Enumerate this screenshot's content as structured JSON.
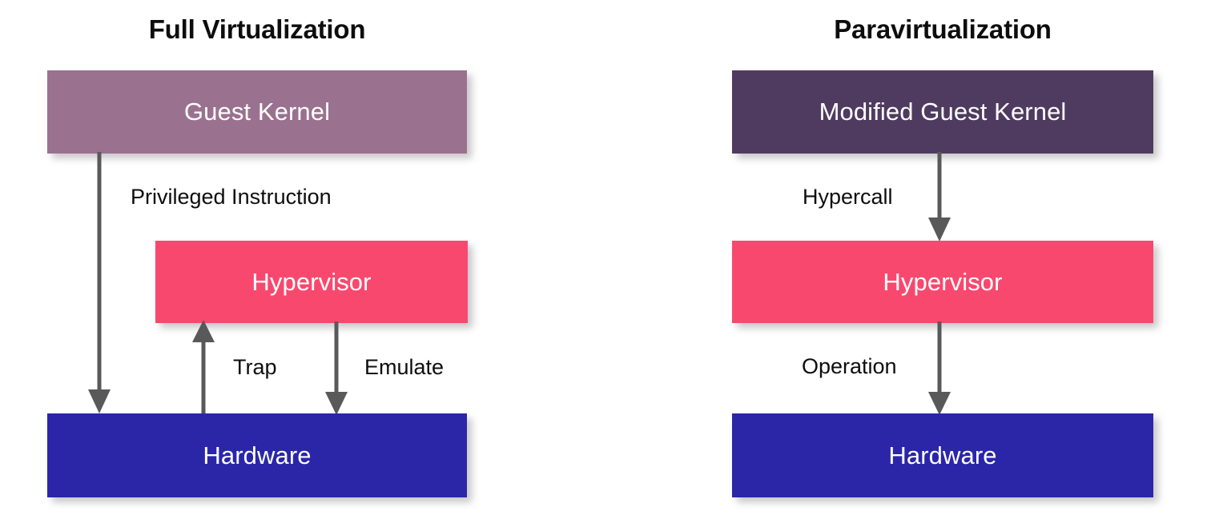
{
  "diagram": {
    "title_left": "Full Virtualization",
    "title_right": "Paravirtualization",
    "background_color": "#ffffff",
    "colors": {
      "guest_kernel": "#9B7190",
      "modified_guest_kernel": "#503B60",
      "hypervisor": "#F9486E",
      "hardware": "#2B26A8",
      "arrow": "#595959",
      "text_on_box": "#ffffff",
      "label_text": "#0d0d0d"
    }
  },
  "left_panel": {
    "title": "Full Virtualization",
    "boxes": [
      {
        "label": "Guest Kernel",
        "color": "#9B7190"
      },
      {
        "label": "Hypervisor",
        "color": "#F9486E"
      },
      {
        "label": "Hardware",
        "color": "#2B26A8"
      }
    ],
    "arrows": [
      {
        "label": "Privileged Instruction",
        "from": "Guest Kernel",
        "to": "Hardware",
        "direction": "down"
      },
      {
        "label": "Trap",
        "from": "Hardware",
        "to": "Hypervisor",
        "direction": "up"
      },
      {
        "label": "Emulate",
        "from": "Hypervisor",
        "to": "Hardware",
        "direction": "down"
      }
    ]
  },
  "right_panel": {
    "title": "Paravirtualization",
    "boxes": [
      {
        "label": "Modified Guest Kernel",
        "color": "#503B60"
      },
      {
        "label": "Hypervisor",
        "color": "#F9486E"
      },
      {
        "label": "Hardware",
        "color": "#2B26A8"
      }
    ],
    "arrows": [
      {
        "label": "Hypercall",
        "from": "Modified Guest Kernel",
        "to": "Hypervisor",
        "direction": "down"
      },
      {
        "label": "Operation",
        "from": "Hypervisor",
        "to": "Hardware",
        "direction": "down"
      }
    ]
  }
}
